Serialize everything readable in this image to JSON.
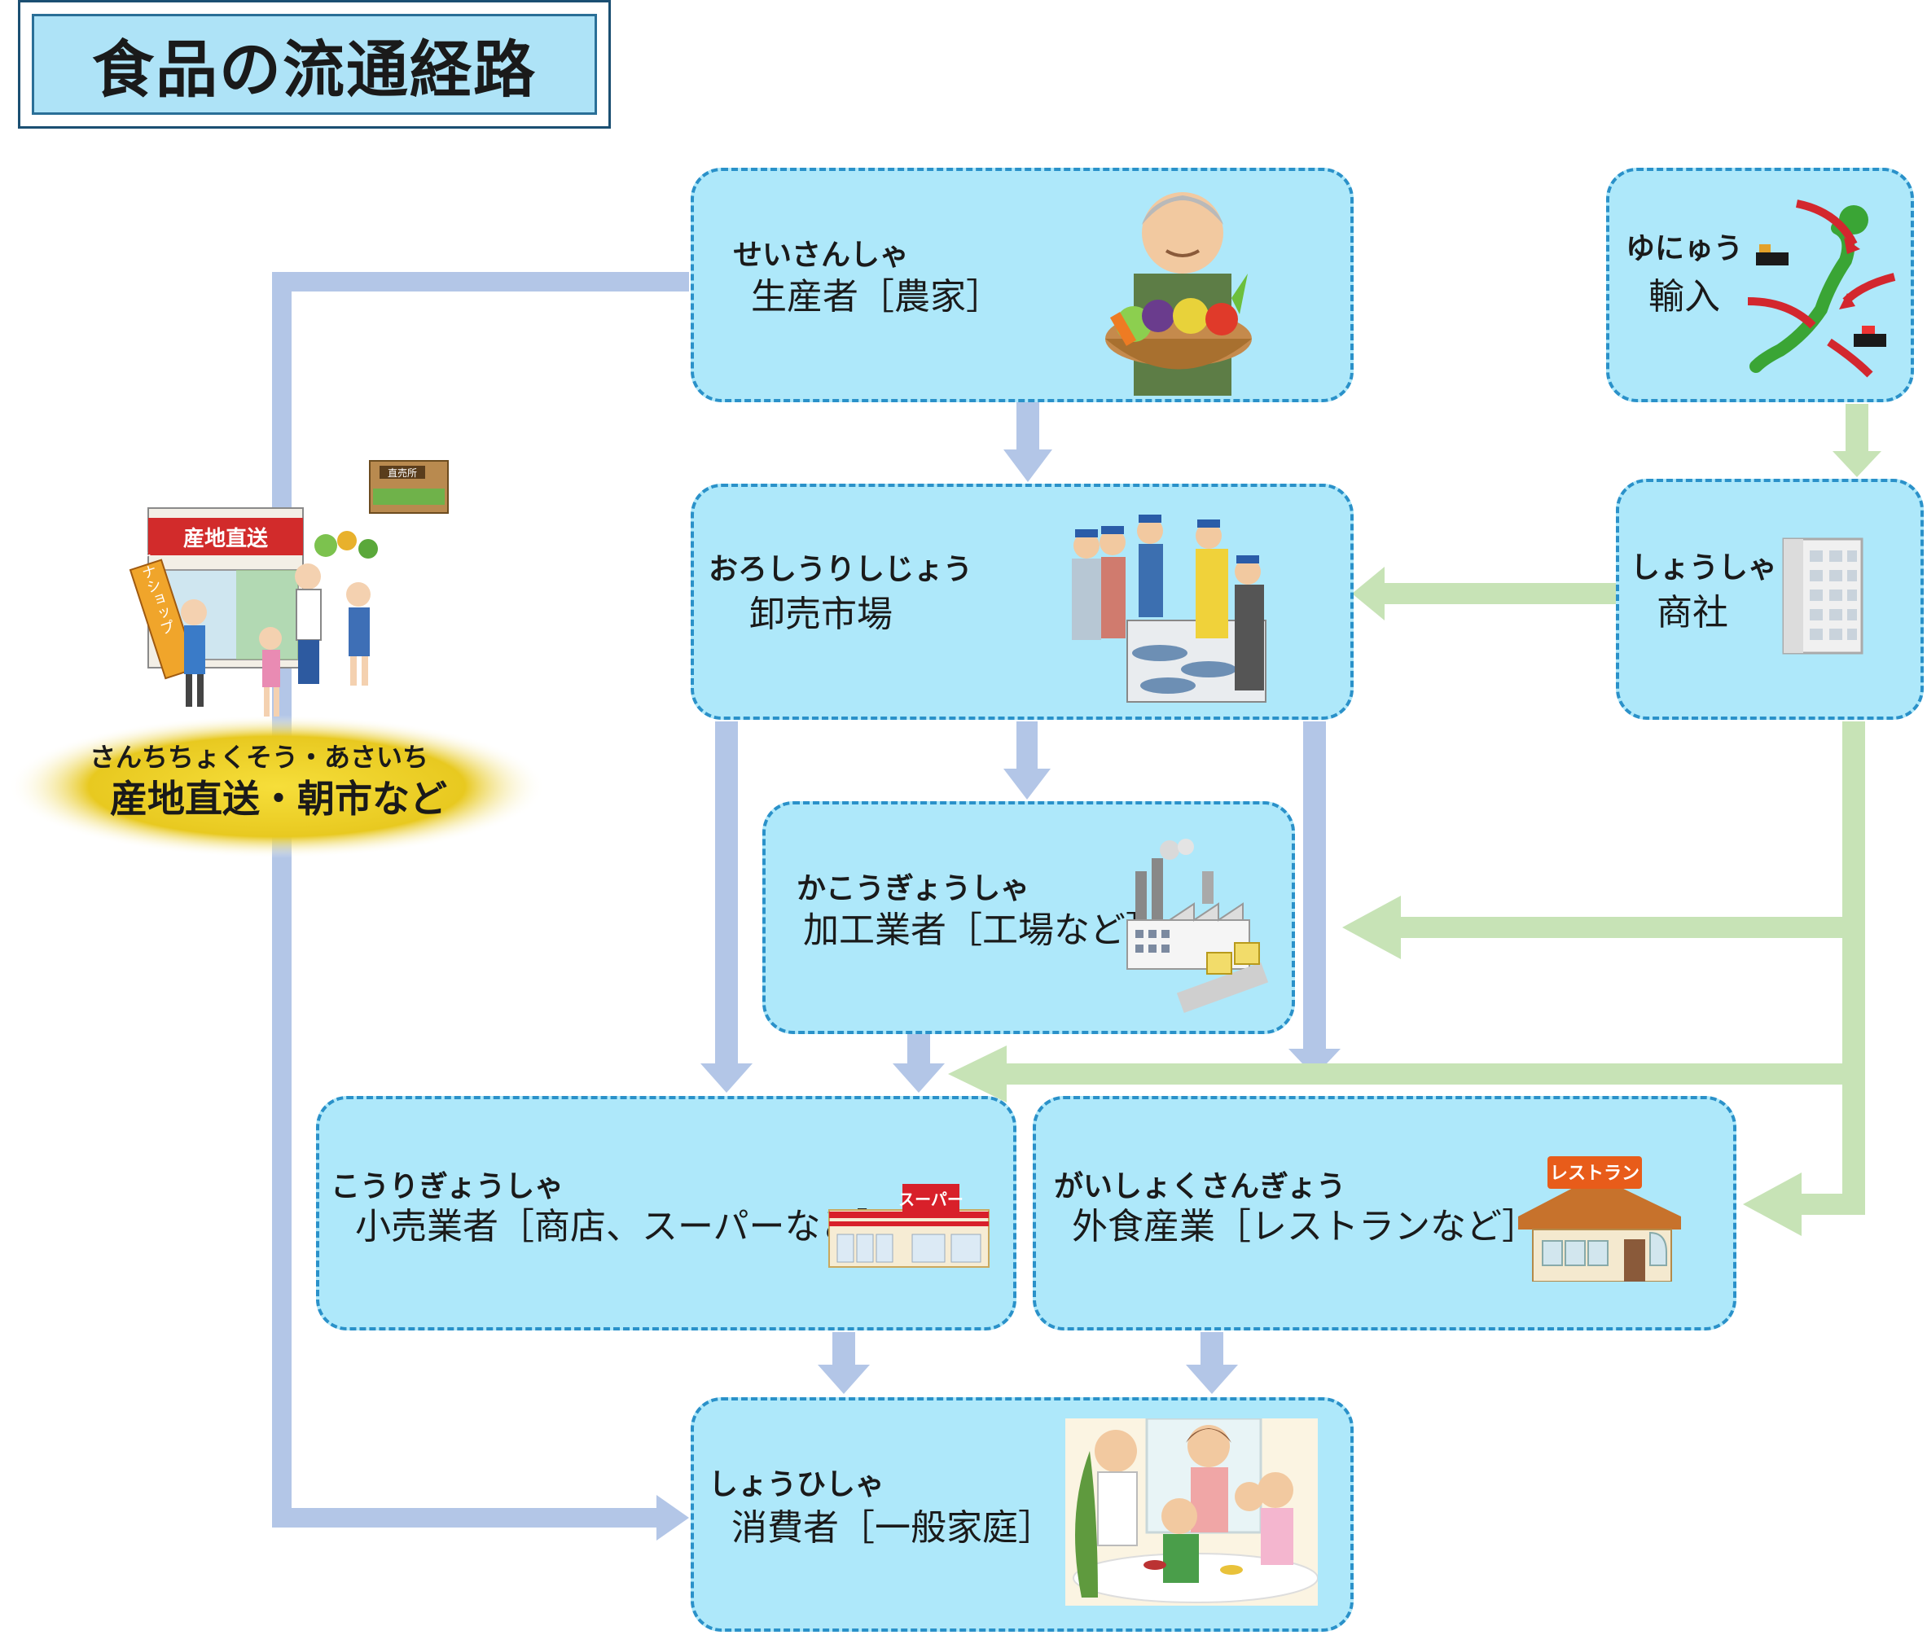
{
  "title": "食品の流通経路",
  "colors": {
    "node_fill": "#aee8fa",
    "node_border": "#2a91c9",
    "domestic_arrow": "#b3c6e7",
    "import_arrow": "#c7e3b6",
    "direct_ellipse": "#e9cb22"
  },
  "nodes": {
    "producer": {
      "ruby": "せいさんしゃ",
      "label": "生産者［農家］",
      "icon": "farmer-icon"
    },
    "import": {
      "ruby": "ゆにゅう",
      "label": "輸入",
      "icon": "import-map-icon"
    },
    "wholesale": {
      "ruby": "おろしうりしじょう",
      "label": "卸売市場",
      "icon": "market-icon"
    },
    "trading": {
      "ruby": "しょうしゃ",
      "label": "商社",
      "icon": "office-building-icon"
    },
    "processor": {
      "ruby": "かこうぎょうしゃ",
      "label": "加工業者［工場など］",
      "icon": "factory-icon"
    },
    "retail": {
      "ruby": "こうりぎょうしゃ",
      "label": "小売業者［商店、スーパーなど］",
      "icon": "supermarket-icon"
    },
    "food_service": {
      "ruby": "がいしょくさんぎょう",
      "label": "外食産業［レストランなど］",
      "icon": "restaurant-icon"
    },
    "consumer": {
      "ruby": "しょうひしゃ",
      "label": "消費者［一般家庭］",
      "icon": "family-dining-icon"
    }
  },
  "direct": {
    "ruby": "さんちちょくそう・あさいち",
    "label": "産地直送・朝市など",
    "shop_sign": "産地直送",
    "stall_sign": "直売所",
    "banner": "アンテナショップ"
  },
  "signs": {
    "supermarket": "スーパー",
    "restaurant": "レストラン"
  }
}
